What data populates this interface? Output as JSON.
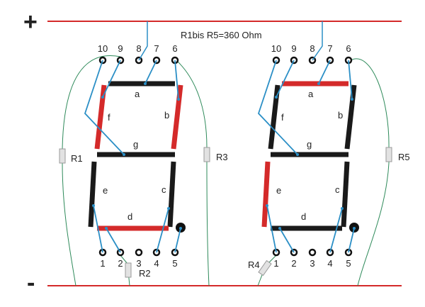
{
  "title": "R1bis R5=360 Ohm",
  "rails": {
    "plus": "+",
    "minus": "-"
  },
  "colors": {
    "rail": "#d42a2a",
    "segment_on": "#d42a2a",
    "segment_off": "#1a1a1a",
    "wire": "#2b8fc6",
    "resistor_lead": "#2e8a5a"
  },
  "top_pins": [
    "10",
    "9",
    "8",
    "7",
    "6"
  ],
  "bottom_pins": [
    "1",
    "2",
    "3",
    "4",
    "5"
  ],
  "segment_labels": {
    "a": "a",
    "b": "b",
    "c": "c",
    "d": "d",
    "e": "e",
    "f": "f",
    "g": "g"
  },
  "displays": [
    {
      "name": "left",
      "lit": [
        "b",
        "d",
        "f"
      ]
    },
    {
      "name": "right",
      "lit": [
        "a",
        "e"
      ]
    }
  ],
  "resistors": [
    "R1",
    "R2",
    "R3",
    "R4",
    "R5"
  ]
}
